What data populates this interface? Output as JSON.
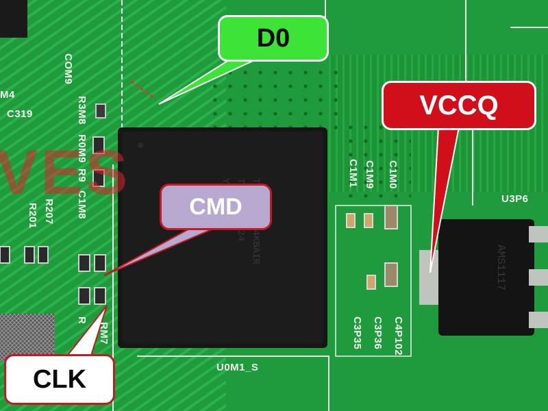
{
  "callouts": {
    "d0": "D0",
    "vccq": "VCCQ",
    "cmd": "CMD",
    "clk": "CLK"
  },
  "watermark": "VES",
  "silkscreen": {
    "m4": "M4",
    "c319": "C319",
    "r201": "R201",
    "r207": "R207",
    "com9": "COM9",
    "r3m8": "R3M8",
    "r0m9": "R0M9",
    "r9": "R9",
    "c1m8": "C1M8",
    "r_partial": "R",
    "r_bottom": "RM7",
    "c1m0": "C1M0",
    "c1m9": "C1M9",
    "c1m1": "C1M1",
    "u3p6": "U3P6",
    "u0m1": "U0M1_S",
    "c4p102": "C4P102",
    "c3p36": "C3P36",
    "c3p35": "C3P35"
  },
  "colors": {
    "board": "#1f9a3c",
    "d0_callout": "#3ee338",
    "vccq_callout": "#d10f1a",
    "cmd_callout": "#b6a8cf",
    "clk_callout": "#ffffff",
    "chip": "#161616"
  }
}
